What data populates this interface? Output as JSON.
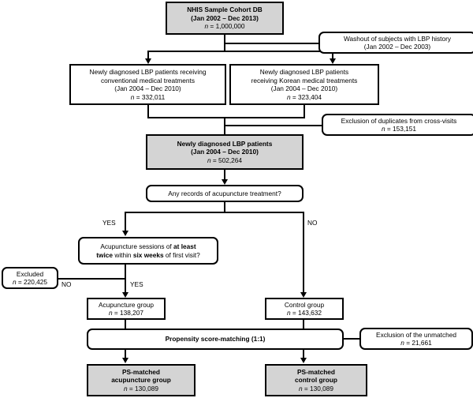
{
  "diagram": {
    "title": "NHIS Sample Cohort LBP acupuncture study flow diagram",
    "colors": {
      "shaded_fill": "#d4d4d4",
      "plain_fill": "#ffffff",
      "stroke": "#000000"
    },
    "nodes": {
      "cohort_db": {
        "line1": "NHIS Sample Cohort DB",
        "line2": "(Jan 2002 – Dec 2013)",
        "line3_prefix": "n",
        "line3_value": " = 1,000,000"
      },
      "washout": {
        "line1": "Washout of subjects with LBP history",
        "line2": "(Jan 2002 – Dec 2003)"
      },
      "conventional": {
        "line1": "Newly diagnosed LBP patients receiving",
        "line2": "conventional medical treatments",
        "line3": "(Jan 2004 – Dec 2010)",
        "line4_prefix": "n",
        "line4_value": " = 332,011"
      },
      "korean": {
        "line1": "Newly diagnosed LBP patients",
        "line2": "receiving Korean medical treatments",
        "line3": "(Jan 2004 – Dec 2010)",
        "line4_prefix": "n",
        "line4_value": " = 323,404"
      },
      "duplicates": {
        "line1": "Exclusion of duplicates from cross-visits",
        "line2_prefix": "n",
        "line2_value": " = 153,151"
      },
      "newly_diagnosed": {
        "line1": "Newly diagnosed LBP patients",
        "line2": "(Jan 2004 – Dec 2010)",
        "line3_prefix": "n",
        "line3_value": " = 502,264"
      },
      "decision_records": {
        "line1": "Any records of acupuncture treatment?"
      },
      "decision_sessions": {
        "line1_a": "Acupuncture sessions of ",
        "line1_b": "at least",
        "line2_a": "twice",
        "line2_b": " within ",
        "line2_c": "six weeks",
        "line2_d": " of first visit?"
      },
      "excluded": {
        "line1": "Excluded",
        "line2_prefix": "n",
        "line2_value": " = 220,425"
      },
      "acupuncture_group": {
        "line1": "Acupuncture group",
        "line2_prefix": "n",
        "line2_value": " = 138,207"
      },
      "control_group": {
        "line1": "Control group",
        "line2_prefix": "n",
        "line2_value": " = 143,632"
      },
      "psm": {
        "line1": "Propensity score-matching (1:1)"
      },
      "unmatched": {
        "line1": "Exclusion of the unmatched",
        "line2_prefix": "n",
        "line2_value": " = 21,661"
      },
      "ps_acupuncture": {
        "line1": "PS-matched",
        "line2": "acupuncture group",
        "line3_prefix": "n",
        "line3_value": " = 130,089"
      },
      "ps_control": {
        "line1": "PS-matched",
        "line2": "control group",
        "line3_prefix": "n",
        "line3_value": " = 130,089"
      }
    },
    "edge_labels": {
      "yes_records": "YES",
      "no_records": "NO",
      "yes_sessions": "YES",
      "no_sessions": "NO"
    }
  }
}
